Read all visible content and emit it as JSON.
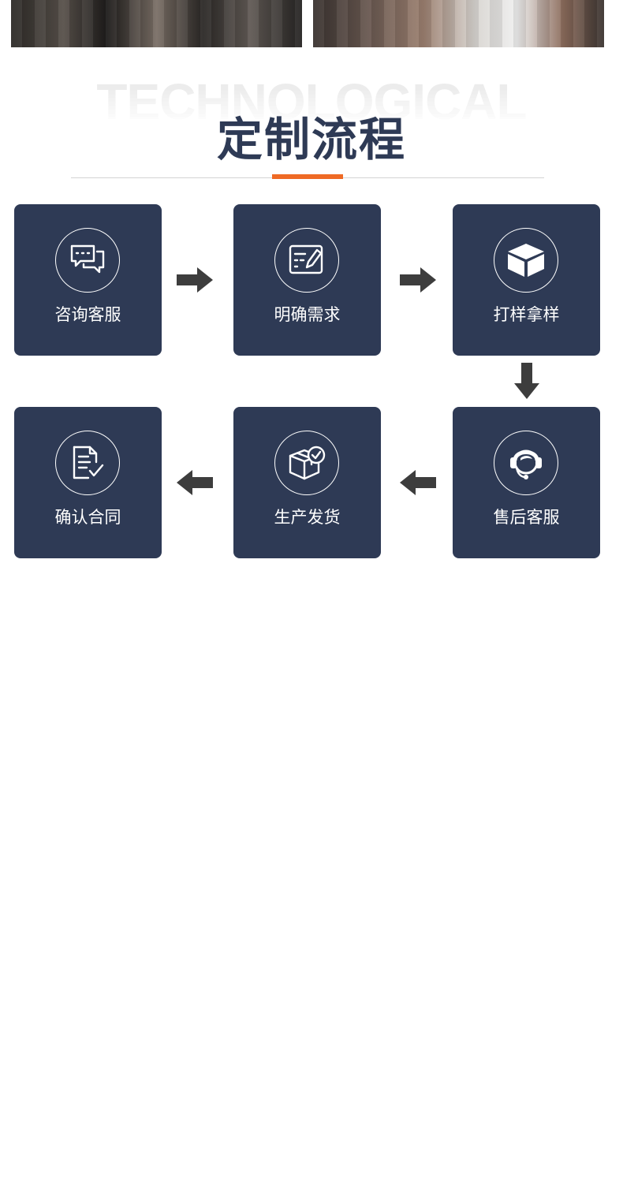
{
  "heading": {
    "watermark": "TECHNOLOGICAL",
    "title": "定制流程"
  },
  "steps": [
    {
      "label": "咨询客服",
      "icon": "chat-bubbles-icon"
    },
    {
      "label": "明确需求",
      "icon": "edit-form-icon"
    },
    {
      "label": "打样拿样",
      "icon": "box-icon"
    },
    {
      "label": "售后客服",
      "icon": "headset-icon"
    },
    {
      "label": "生产发货",
      "icon": "package-check-icon"
    },
    {
      "label": "确认合同",
      "icon": "contract-icon"
    }
  ],
  "colors": {
    "card": "#2e3a55",
    "title": "#2e3a55",
    "accent": "#ef6a25",
    "arrow": "#3d3d3d"
  }
}
